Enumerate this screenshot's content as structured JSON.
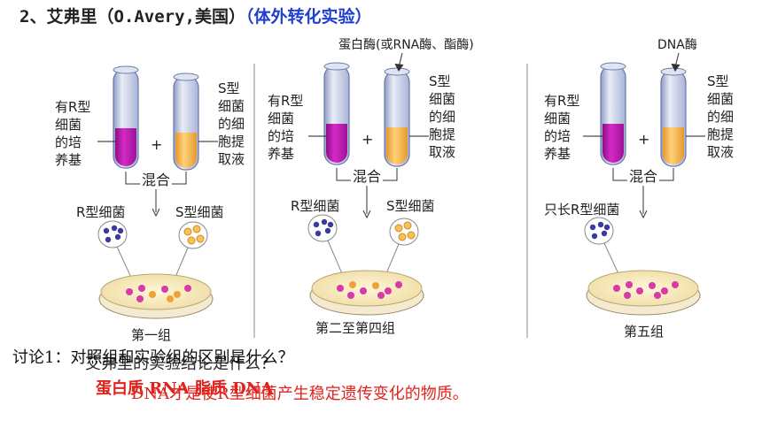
{
  "title": {
    "prefix": "2、艾弗里（O.Avery,美国）",
    "highlight": "（体外转化实验）"
  },
  "panel1": {
    "left_label": "有R型\n细菌\n的培\n养基",
    "right_label": "S型\n细菌\n的细\n胞提\n取液",
    "plus": "+",
    "mix": "混合",
    "r_bacteria": "R型细菌",
    "s_bacteria": "S型细菌",
    "group": "第一组"
  },
  "panel2": {
    "enzyme": "蛋白酶(或RNA酶、酯酶)",
    "left_label": "有R型\n细菌\n的培\n养基",
    "right_label": "S型\n细菌\n的细\n胞提\n取液",
    "plus": "+",
    "mix": "混合",
    "r_bacteria": "R型细菌",
    "s_bacteria": "S型细菌",
    "group": "第二至第四组"
  },
  "panel3": {
    "enzyme": "DNA酶",
    "left_label": "有R型\n细菌\n的培\n养基",
    "right_label": "S型\n细菌\n的细\n胞提\n取液",
    "plus": "+",
    "mix": "混合",
    "r_only": "只长R型细菌",
    "group": "第五组"
  },
  "discussion": {
    "line1": "讨论1：对照组和实验组的区别是什么？",
    "line1_overlap": "艾弗里的实验结论是什么？",
    "answer_overlap": "蛋白质  RNA      脂质    DNA",
    "answer": "DNA才是使R型细菌产生稳定遗传变化的物质。"
  },
  "colors": {
    "title_blue": "#1f3fd0",
    "answer_red": "#e0231c",
    "purple_medium": "#c41bb0",
    "orange_extract": "#f6b24a"
  }
}
